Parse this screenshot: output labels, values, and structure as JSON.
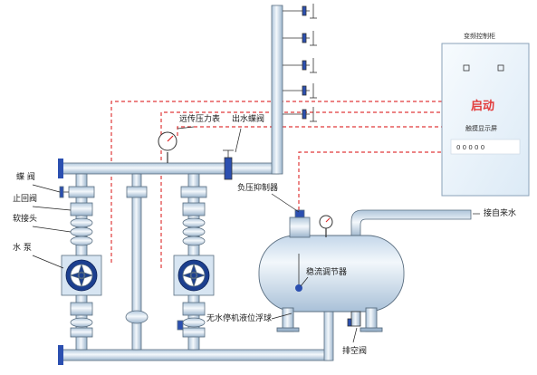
{
  "labels": {
    "butterfly_valve": "蝶  阀",
    "check_valve": "止回阀",
    "soft_joint": "软接头",
    "water_pump": "水  泵",
    "remote_gauge": "远传压力表",
    "outlet_valve": "出水蝶阀",
    "neg_pressure": "负压抑制器",
    "stabilizer": "稳流调节器",
    "float_ball": "无水停机液位浮球",
    "drain_valve": "排空阀",
    "tap_water": "接自来水",
    "control_cabinet": "变频控制柜",
    "start": "启动",
    "touch_screen": "触摸显示屏",
    "screen_text": "0 0 0 0 0"
  },
  "colors": {
    "pipe_fill": "#d3e3f1",
    "pipe_stroke": "#5a6e80",
    "accent_blue": "#2b4fb0",
    "dash_red": "#e0393a",
    "cabinet_fill": "#eaf4fb",
    "start_red": "#e23a3a"
  }
}
